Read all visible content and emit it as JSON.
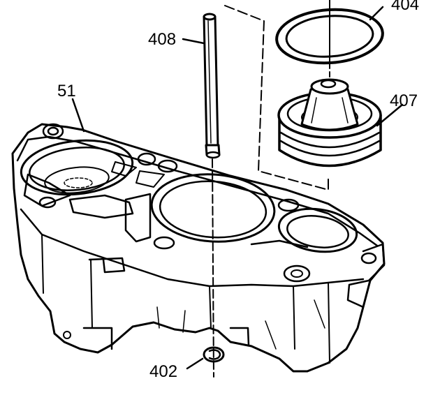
{
  "callouts": {
    "pin": "408",
    "seal_ring": "404",
    "body": "51",
    "piston": "407",
    "clip": "402"
  },
  "colors": {
    "ink": "#000000",
    "paper": "#ffffff"
  }
}
